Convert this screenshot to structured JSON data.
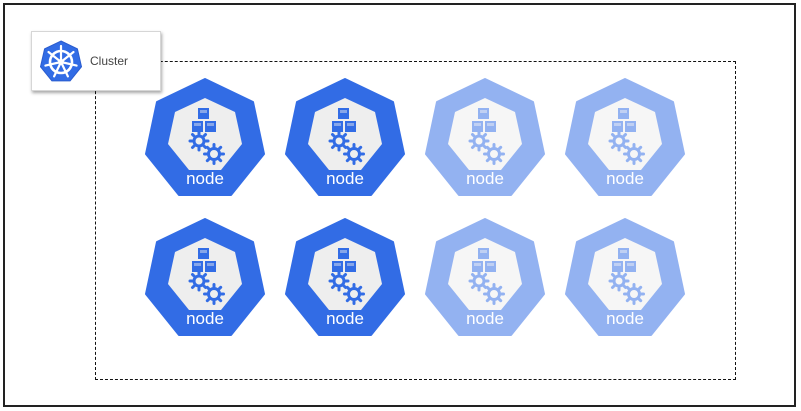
{
  "cluster": {
    "label": "Cluster",
    "icon": "kubernetes-helm-icon",
    "color": "#326ce5"
  },
  "nodes": [
    {
      "label": "node",
      "state": "active"
    },
    {
      "label": "node",
      "state": "active"
    },
    {
      "label": "node",
      "state": "inactive"
    },
    {
      "label": "node",
      "state": "inactive"
    },
    {
      "label": "node",
      "state": "active"
    },
    {
      "label": "node",
      "state": "active"
    },
    {
      "label": "node",
      "state": "inactive"
    },
    {
      "label": "node",
      "state": "inactive"
    }
  ],
  "colors": {
    "node_fill": "#326ce5",
    "node_inner": "#eeeeee",
    "background": "#ffffff"
  }
}
